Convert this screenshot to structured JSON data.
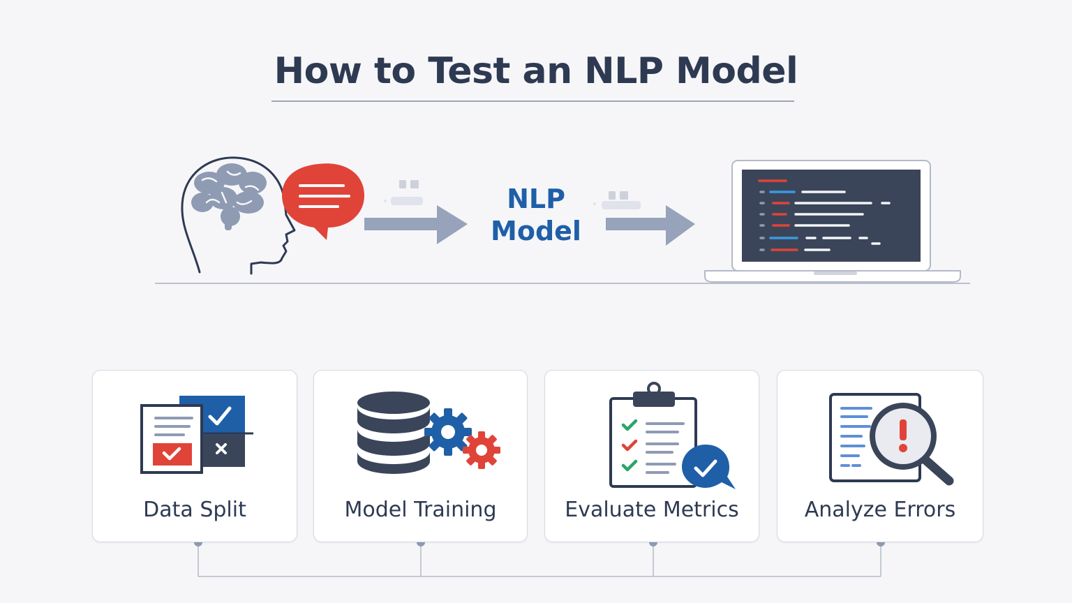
{
  "title": "How to Test an NLP Model",
  "model_label_line1": "NLP",
  "model_label_line2": "Model",
  "steps": [
    {
      "label": "Data Split",
      "icon": "data-split-icon"
    },
    {
      "label": "Model Training",
      "icon": "database-gears-icon"
    },
    {
      "label": "Evaluate Metrics",
      "icon": "clipboard-checklist-icon"
    },
    {
      "label": "Analyze Errors",
      "icon": "magnifier-error-icon"
    }
  ],
  "pipeline_icons": [
    "head-brain-icon",
    "speech-bubble-icon",
    "arrow-right-icon",
    "laptop-code-icon"
  ],
  "colors": {
    "navy": "#2e3a52",
    "blue": "#1f5fa8",
    "red": "#e04438",
    "green": "#2aa56a",
    "slate": "#8e9bb3",
    "screen": "#3b4559"
  }
}
